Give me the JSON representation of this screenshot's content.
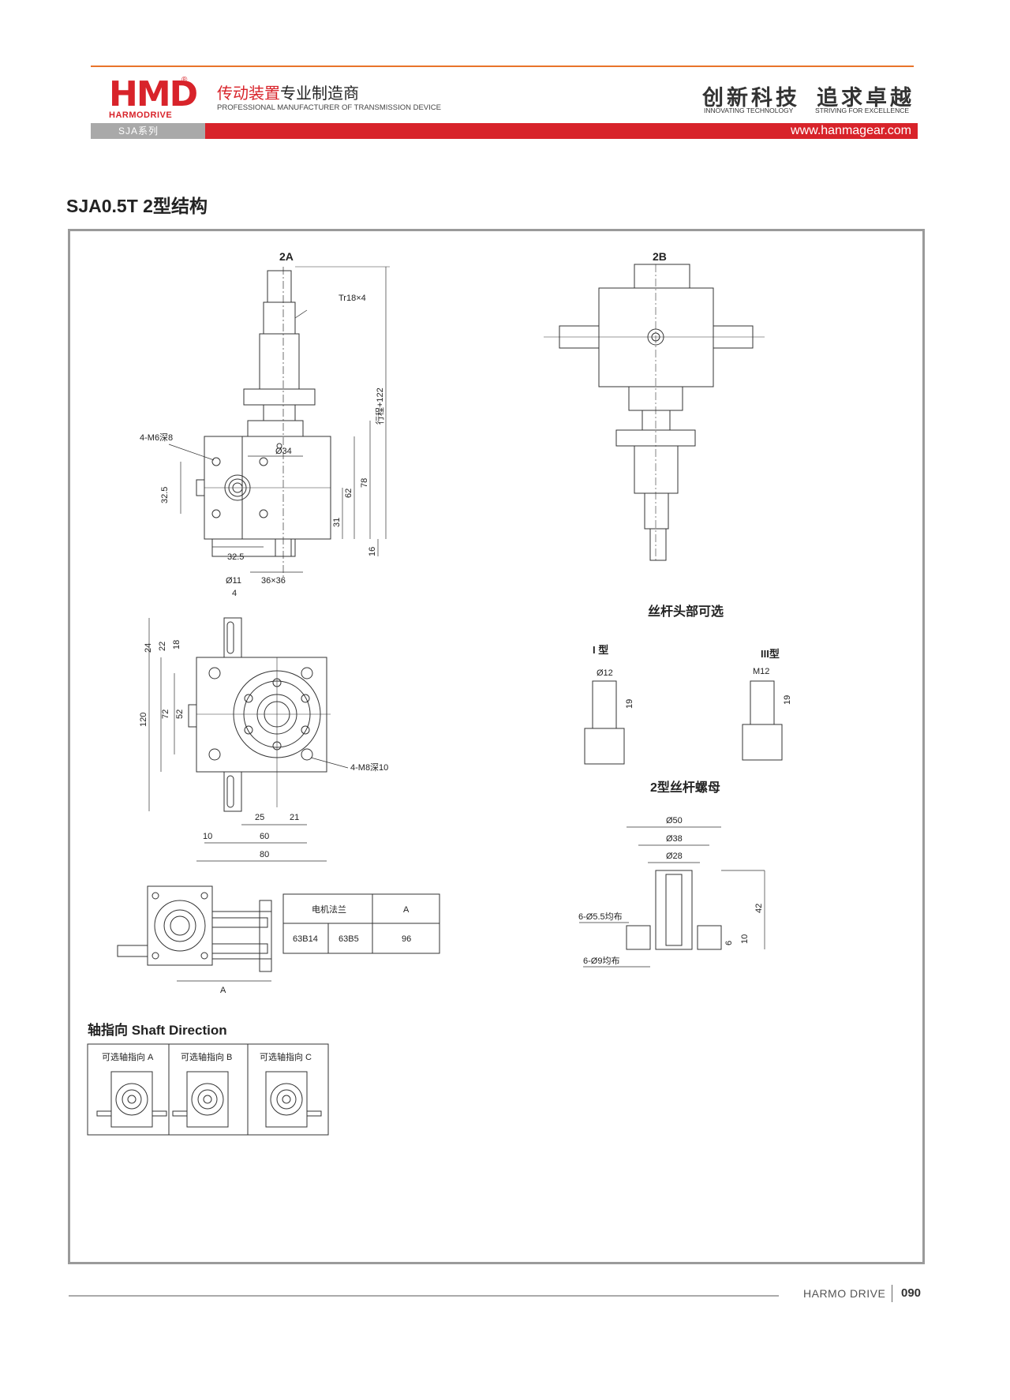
{
  "header": {
    "logo_mark": "HMD",
    "logo_registered": "®",
    "logo_sub": "HARMODRIVE",
    "tagline_cn_accent": "传动装置",
    "tagline_cn_rest": "专业制造商",
    "tagline_en": "PROFESSIONAL MANUFACTURER OF TRANSMISSION DEVICE",
    "slogan_1": "创新科技",
    "slogan_1_en": "INNOVATING TECHNOLOGY",
    "slogan_2": "追求卓越",
    "slogan_2_en": "STRIVING FOR EXCELLENCE",
    "series": "SJA系列",
    "website": "www.hanmagear.com",
    "accent_color": "#d8232a",
    "line_color": "#e8742a"
  },
  "page_title": "SJA0.5T 2型结构",
  "drawing": {
    "view_2a": "2A",
    "view_2b": "2B",
    "tr_label": "Tr18×4",
    "d34": "Ø34",
    "m6": "4-M6深8",
    "stroke": "行程+122",
    "dim_78": "78",
    "dim_62": "62",
    "dim_31": "31",
    "dim_16": "16",
    "dim_32_5_v": "32.5",
    "dim_32_5_h": "32.5",
    "dim_36x36": "36×36",
    "d11": "Ø11",
    "dim_4": "4",
    "dim_24": "24",
    "dim_22": "22",
    "dim_18": "18",
    "dim_120": "120",
    "dim_72": "72",
    "dim_52": "52",
    "m8": "4-M8深10",
    "dim_25": "25",
    "dim_21": "21",
    "dim_10": "10",
    "dim_60": "60",
    "dim_80": "80",
    "motor_a": "A",
    "optional_head": "丝杆头部可选",
    "type_1": "I 型",
    "type_3": "III型",
    "d12": "Ø12",
    "m12": "M12",
    "dim_19a": "19",
    "dim_19b": "19",
    "nut_title": "2型丝杆螺母",
    "d50": "Ø50",
    "d38": "Ø38",
    "d28": "Ø28",
    "hole_55": "6-Ø5.5均布",
    "hole_9": "6-Ø9均布",
    "dim_42": "42",
    "dim_10b": "10",
    "dim_6": "6"
  },
  "flange_table": {
    "headers": [
      "电机法兰",
      "A"
    ],
    "rows": [
      [
        "63B14",
        "63B5",
        "96"
      ]
    ]
  },
  "shaft_direction": {
    "title": "轴指向 Shaft Direction",
    "options": [
      "可选轴指向 A",
      "可选轴指向 B",
      "可选轴指向 C"
    ]
  },
  "footer": {
    "brand": "HARMO DRIVE",
    "page": "090"
  }
}
